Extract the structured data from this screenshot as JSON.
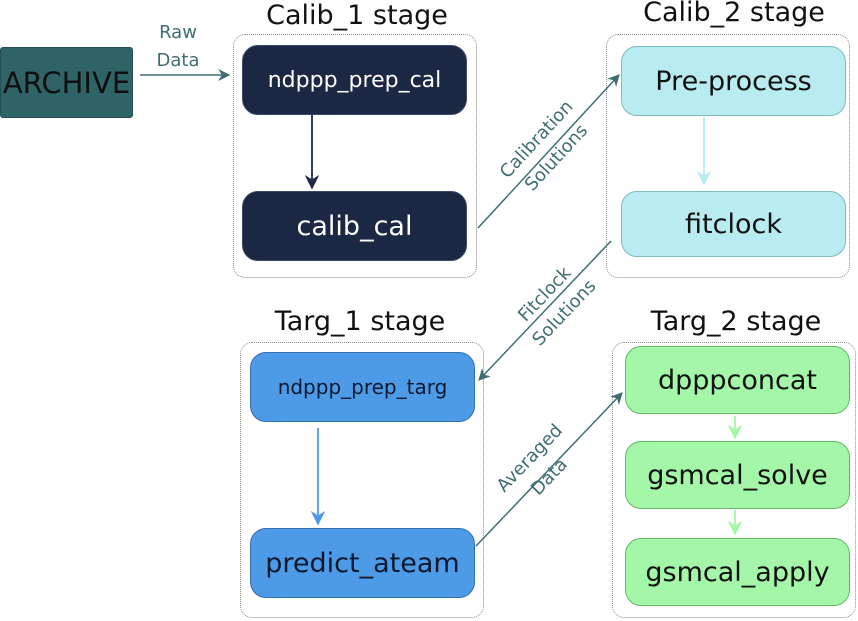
{
  "archive": {
    "label": "ARCHIVE",
    "color": "#2f6467"
  },
  "edge_labels": {
    "raw_data": [
      "Raw",
      "Data"
    ],
    "calibration_solutions": [
      "Calibration",
      "Solutions"
    ],
    "fitclock_solutions": [
      "Fitclock",
      "Solutions"
    ],
    "averaged_data": [
      "Averaged",
      "Data"
    ]
  },
  "stages": {
    "calib_1": {
      "title": "Calib_1 stage",
      "nodes": [
        "ndppp_prep_cal",
        "calib_cal"
      ],
      "color": "#1b2743"
    },
    "calib_2": {
      "title": "Calib_2 stage",
      "nodes": [
        "Pre-process",
        "fitclock"
      ],
      "color": "#b8ecf1"
    },
    "targ_1": {
      "title": "Targ_1 stage",
      "nodes": [
        "ndppp_prep_targ",
        "predict_ateam"
      ],
      "color": "#4d9be6"
    },
    "targ_2": {
      "title": "Targ_2 stage",
      "nodes": [
        "dpppconcat",
        "gsmcal_solve",
        "gsmcal_apply"
      ],
      "color": "#a4f7a8"
    }
  }
}
